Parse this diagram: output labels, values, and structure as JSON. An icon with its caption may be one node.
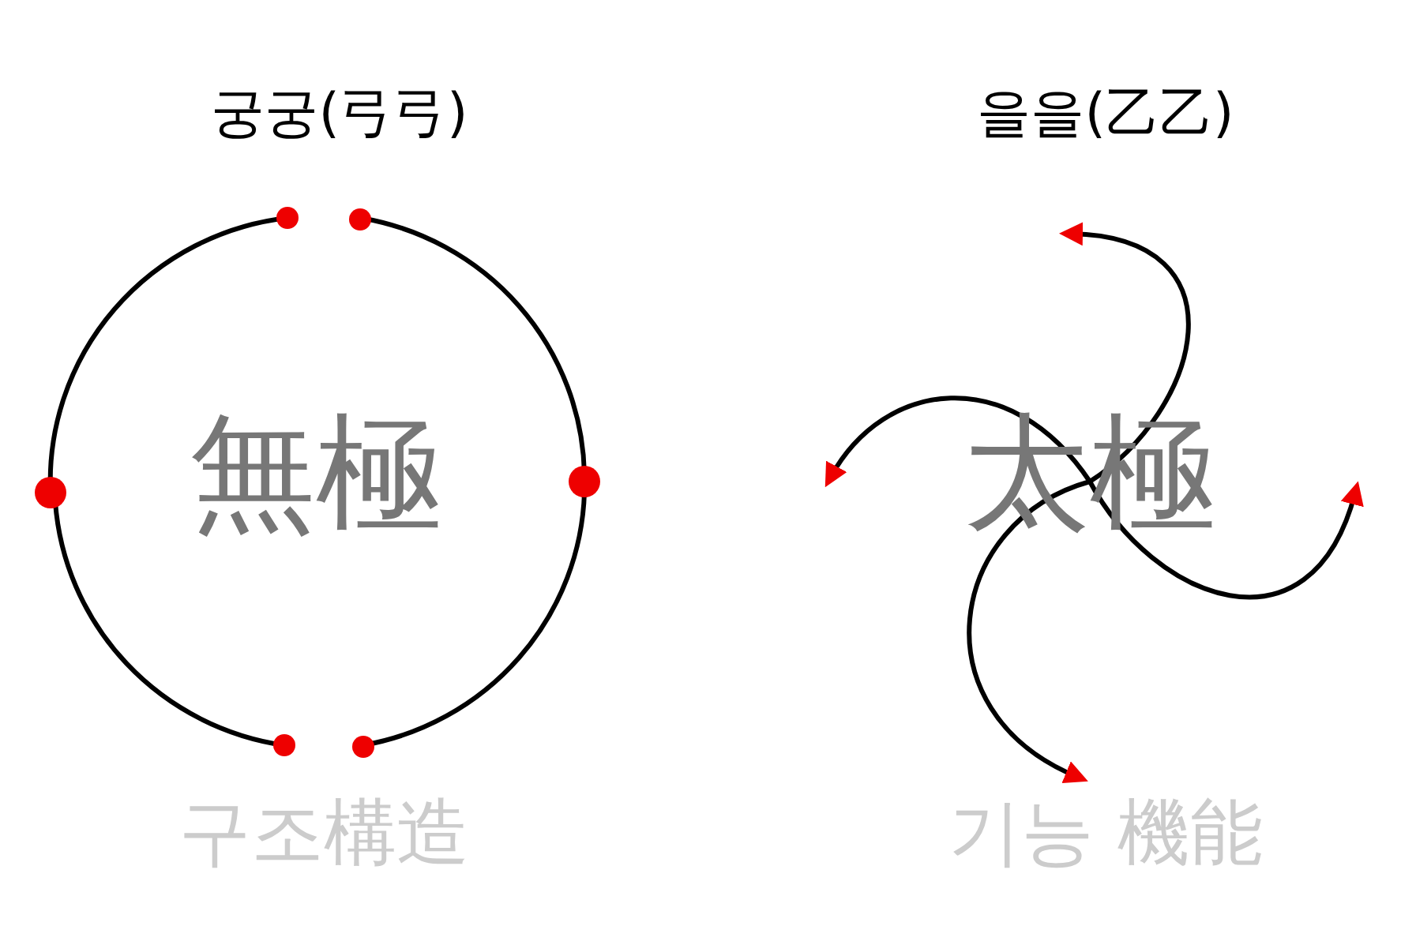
{
  "diagram": {
    "labels": [
      "궁궁(弓弓)",
      "을을(乙乙)",
      "無極",
      "太極",
      "구조構造",
      "기능 機能"
    ]
  }
}
